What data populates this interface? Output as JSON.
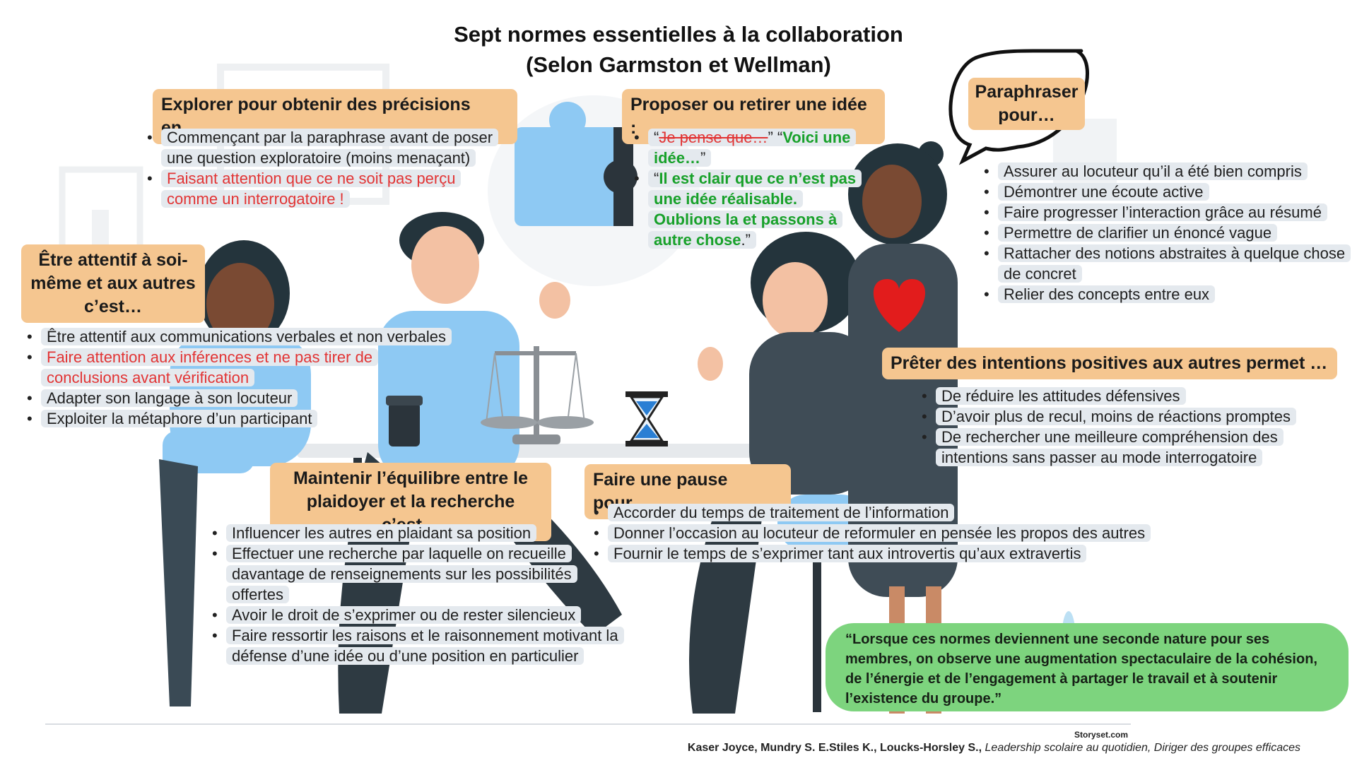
{
  "title": {
    "line1": "Sept normes essentielles à la collaboration",
    "line2": "(Selon Garmston et Wellman)"
  },
  "explorer": {
    "header": "Explorer pour obtenir des précisions en…",
    "items": [
      "Commençant par la paraphrase avant de poser une question exploratoire (moins menaçant)",
      "Faisant attention que ce ne soit pas perçu comme un interrogatoire !"
    ]
  },
  "proposer": {
    "header": "Proposer ou retirer une idée :",
    "item1": {
      "q_open": "“",
      "struck": "Je pense que…",
      "q_mid": "” “",
      "green": "Voici une idée…",
      "q_close": "”"
    },
    "item2": {
      "q_open": "“",
      "green": "Il est clair que ce n’est pas une idée réalisable. Oublions la et passons à autre chose",
      "q_close": ".”"
    }
  },
  "paraphraser": {
    "header_line1": "Paraphraser",
    "header_line2": "pour…",
    "items": [
      "Assurer au locuteur qu’il a été bien compris",
      "Démontrer une écoute active",
      "Faire progresser l’interaction grâce au résumé",
      "Permettre de clarifier un énoncé vague",
      "Rattacher des notions abstraites à quelque chose de concret",
      "Relier des concepts entre eux"
    ]
  },
  "attentif": {
    "header": "Être attentif à soi-même et aux autres c’est…",
    "items": [
      "Être attentif aux communications verbales et non verbales",
      "Faire attention aux inférences et ne pas tirer de conclusions avant vérification",
      "Adapter son langage à son locuteur",
      "Exploiter la métaphore d’un participant"
    ]
  },
  "intentions": {
    "header": "Prêter des intentions positives aux autres permet …",
    "items": [
      "De réduire les attitudes défensives",
      "D’avoir plus de recul, moins de réactions promptes",
      "De rechercher une meilleure compréhension des intentions sans passer au mode interrogatoire"
    ]
  },
  "equilibre": {
    "header": "Maintenir l’équilibre entre le plaidoyer et la recherche c’est…",
    "items": [
      "Influencer les autres en plaidant sa position",
      "Effectuer une recherche par laquelle on recueille davantage de renseignements sur les possibilités offertes",
      "Avoir le droit de s’exprimer ou de rester silencieux",
      "Faire ressortir les raisons et le raisonnement motivant la défense d’une idée ou d’une position en particulier"
    ]
  },
  "pause": {
    "header": "Faire une pause pour…",
    "items": [
      "Accorder du temps de traitement de l’information",
      "Donner l’occasion au locuteur de reformuler en pensée les propos des autres",
      "Fournir le temps de s’exprimer tant aux introvertis qu’aux extravertis"
    ]
  },
  "quote": "“Lorsque ces normes deviennent une seconde nature pour ses membres, on observe une augmentation spectaculaire de la cohésion, de l’énergie et de l’engagement à partager le travail et à soutenir l’existence du groupe.”",
  "storyset": "Storyset.com",
  "credit": {
    "authors": "Kaser Joyce, Mundry S. E.Stiles K., Loucks-Horsley S.,",
    "works": "Leadership scolaire au quotidien, Diriger des groupes efficaces"
  },
  "colors": {
    "header_bg": "#f5c690",
    "bullet_bg": "#e4e9ee",
    "quote_bg": "#7dd47e",
    "accent_red": "#e23434",
    "accent_green": "#18a12a",
    "shirt_blue": "#8ec9f3",
    "dark_figure": "#3a4a55"
  },
  "icons": [
    "puzzle-icon",
    "balance-scale-icon",
    "hourglass-icon",
    "heart-icon",
    "speech-bubble-icon",
    "coffee-cup-icon"
  ]
}
